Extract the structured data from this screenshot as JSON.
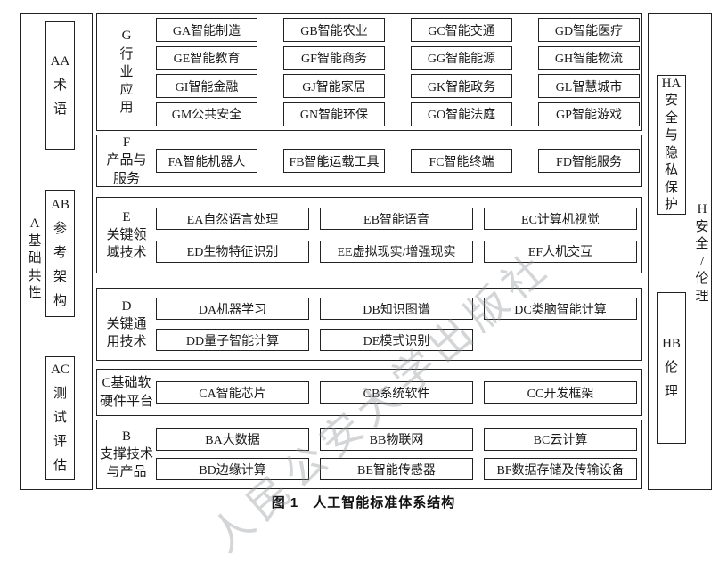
{
  "figure_caption": "图 1　人工智能标准体系结构",
  "watermark_text": "人民公安大学出版社",
  "colors": {
    "border": "#222222",
    "text": "#1a1a1a",
    "watermark": "rgba(140,145,150,0.38)"
  },
  "left_column": {
    "label_lines": [
      "A",
      "基",
      "础",
      "共",
      "性"
    ],
    "items": [
      {
        "code": "AA",
        "lines": [
          "AA",
          "术",
          "语"
        ]
      },
      {
        "code": "AB",
        "lines": [
          "AB",
          "参",
          "考",
          "架",
          "构"
        ]
      },
      {
        "code": "AC",
        "lines": [
          "AC",
          "测",
          "试",
          "评",
          "估"
        ]
      }
    ]
  },
  "right_column": {
    "label_lines": [
      "H",
      "安",
      "全",
      "/",
      "伦",
      "理"
    ],
    "items": [
      {
        "code": "HA",
        "lines": [
          "HA",
          "安",
          "全",
          "与",
          "隐",
          "私",
          "保",
          "护"
        ]
      },
      {
        "code": "HB",
        "lines": [
          "HB",
          "伦",
          "理"
        ]
      }
    ]
  },
  "sections": [
    {
      "code": "G",
      "label_lines": [
        "G",
        "行",
        "业",
        "应",
        "用"
      ],
      "rows": [
        [
          "GA智能制造",
          "GB智能农业",
          "GC智能交通",
          "GD智能医疗"
        ],
        [
          "GE智能教育",
          "GF智能商务",
          "GG智能能源",
          "GH智能物流"
        ],
        [
          "GI智能金融",
          "GJ智能家居",
          "GK智能政务",
          "GL智慧城市"
        ],
        [
          "GM公共安全",
          "GN智能环保",
          "GO智能法庭",
          "GP智能游戏"
        ]
      ]
    },
    {
      "code": "F",
      "label_lines": [
        "F",
        "产品与",
        "服务"
      ],
      "rows": [
        [
          "FA智能机器人",
          "FB智能运载工具",
          "FC智能终端",
          "FD智能服务"
        ]
      ]
    },
    {
      "code": "E",
      "label_lines": [
        "E",
        "关键领",
        "域技术"
      ],
      "rows": [
        [
          "EA自然语言处理",
          "EB智能语音",
          "EC计算机视觉"
        ],
        [
          "ED生物特征识别",
          "EE虚拟现实/增强现实",
          "EF人机交互"
        ]
      ]
    },
    {
      "code": "D",
      "label_lines": [
        "D",
        "关键通",
        "用技术"
      ],
      "rows": [
        [
          "DA机器学习",
          "DB知识图谱",
          "DC类脑智能计算"
        ],
        [
          "DD量子智能计算",
          "DE模式识别"
        ]
      ]
    },
    {
      "code": "C",
      "label_lines": [
        "C基础软",
        "硬件平台"
      ],
      "rows": [
        [
          "CA智能芯片",
          "CB系统软件",
          "CC开发框架"
        ]
      ]
    },
    {
      "code": "B",
      "label_lines": [
        "B",
        "支撑技术",
        "与产品"
      ],
      "rows": [
        [
          "BA大数据",
          "BB物联网",
          "BC云计算"
        ],
        [
          "BD边缘计算",
          "BE智能传感器",
          "BF数据存储及传输设备"
        ]
      ]
    }
  ]
}
